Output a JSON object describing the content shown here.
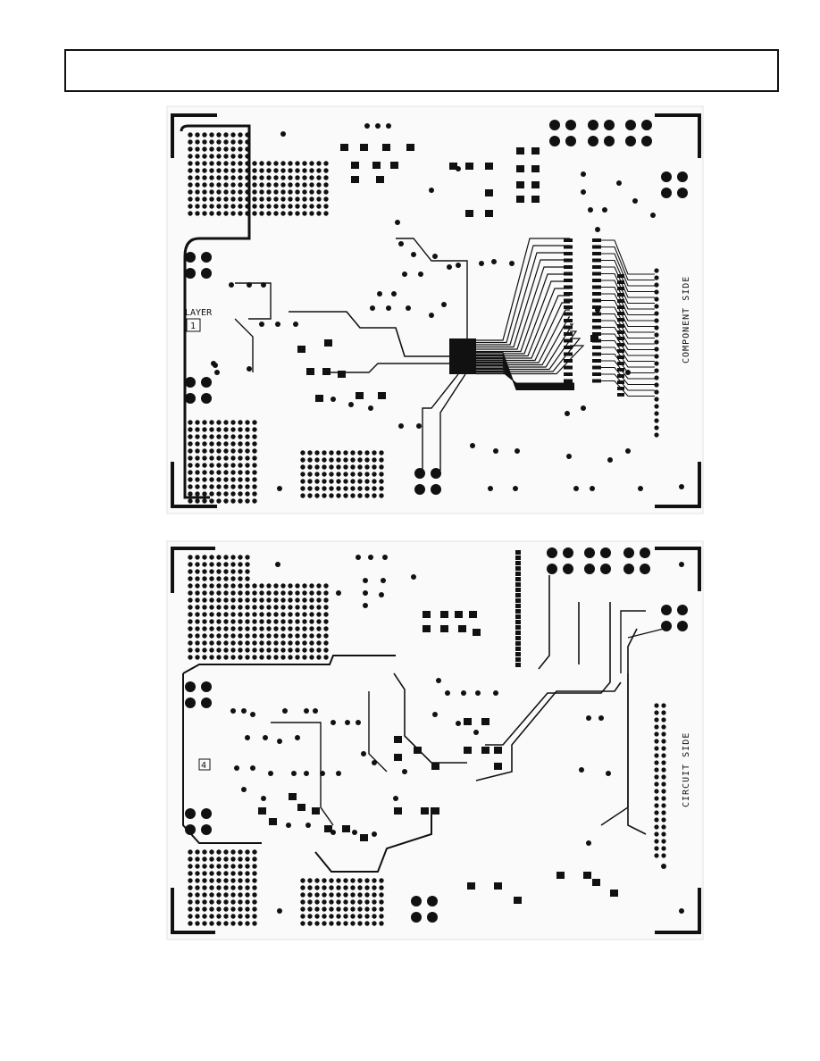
{
  "page": {
    "header_box_text": ""
  },
  "boards": {
    "top": {
      "side_label": "COMPONENT SIDE",
      "layer_label": "LAYER",
      "layer_number": "1"
    },
    "bottom": {
      "side_label": "CIRCUIT SIDE",
      "layer_number": "4"
    }
  },
  "colors": {
    "ink": "#111111",
    "paper": "#ffffff"
  }
}
